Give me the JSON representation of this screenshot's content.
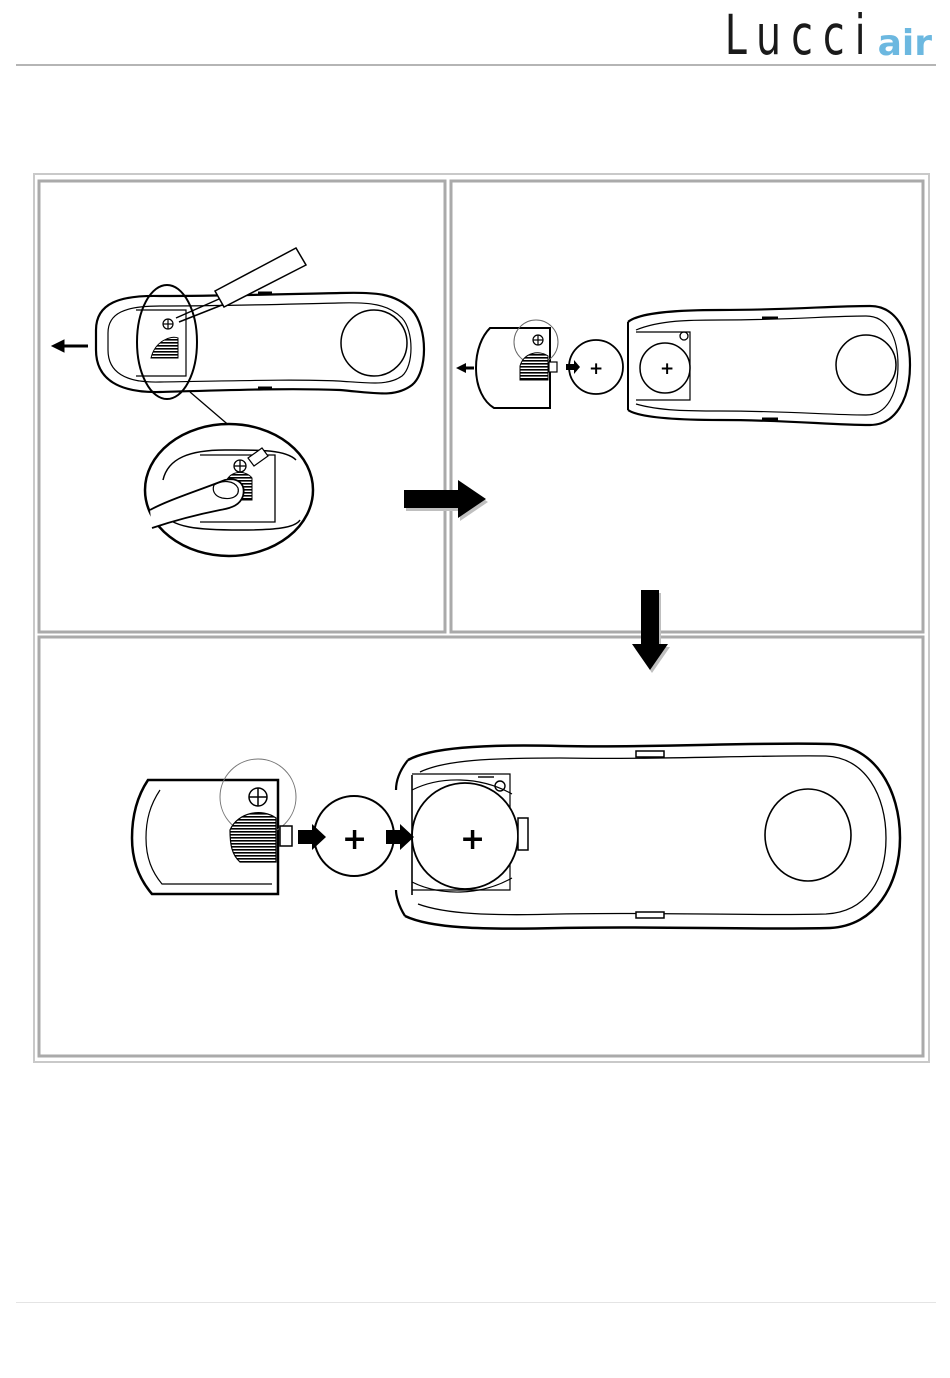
{
  "brand": {
    "part1": "Lucci",
    "part2": "air",
    "accent_color": "#6cb8e0"
  },
  "figure": {
    "panels": [
      "step-1-open-battery-door",
      "step-2-remove-battery",
      "step-3-insert-battery"
    ],
    "polarity_symbol": "+",
    "icons": [
      "screwdriver-icon",
      "screw-icon",
      "finger-icon",
      "arrow-right-icon",
      "arrow-down-icon",
      "coin-battery-icon"
    ]
  }
}
